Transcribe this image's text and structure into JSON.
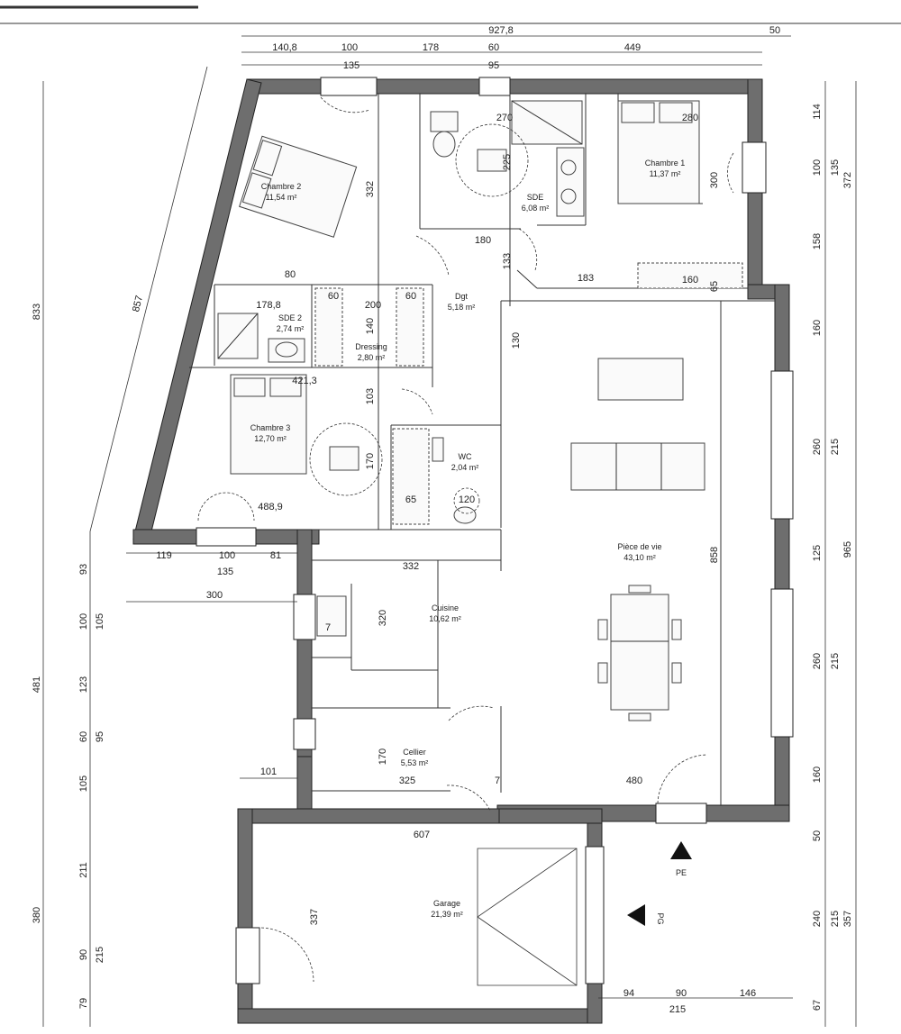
{
  "rooms": {
    "chambre2": {
      "name": "Chambre 2",
      "area": "11,54 m²"
    },
    "sde": {
      "name": "SDE",
      "area": "6,08 m²"
    },
    "chambre1": {
      "name": "Chambre 1",
      "area": "11,37 m²"
    },
    "sde2": {
      "name": "SDE 2",
      "area": "2,74 m²"
    },
    "dressing": {
      "name": "Dressing",
      "area": "2,80 m²"
    },
    "dgt": {
      "name": "Dgt",
      "area": "5,18 m²"
    },
    "chambre3": {
      "name": "Chambre 3",
      "area": "12,70 m²"
    },
    "wc": {
      "name": "WC",
      "area": "2,04 m²"
    },
    "piece": {
      "name": "Pièce de vie",
      "area": "43,10 m²"
    },
    "cuisine": {
      "name": "Cuisine",
      "area": "10,62 m²"
    },
    "cellier": {
      "name": "Cellier",
      "area": "5,53 m²"
    },
    "garage": {
      "name": "Garage",
      "area": "21,39 m²"
    }
  },
  "entrances": {
    "pe": "PE",
    "pg": "PG"
  },
  "dims": {
    "t_total": "927,8",
    "t_50": "50",
    "t_a": "140,8",
    "t_b": "100",
    "t_c": "178",
    "t_d": "60",
    "t_e": "449",
    "t_f": "135",
    "t_g": "95",
    "r_114": "114",
    "r_100": "100",
    "r_135": "135",
    "r_372": "372",
    "r_158": "158",
    "r_160a": "160",
    "r_260a": "260",
    "r_215a": "215",
    "r_125": "125",
    "r_965": "965",
    "r_260b": "260",
    "r_215b": "215",
    "r_160b": "160",
    "r_50": "50",
    "r_240": "240",
    "r_215c": "215",
    "r_357": "357",
    "r_67": "67",
    "l_833": "833",
    "l_857": "857",
    "l_481": "481",
    "l_380": "380",
    "l_93": "93",
    "l_100": "100",
    "l_105a": "105",
    "l_123": "123",
    "l_60": "60",
    "l_95": "95",
    "l_105b": "105",
    "l_211": "211",
    "l_90": "90",
    "l_215": "215",
    "l_79": "79",
    "b_119": "119",
    "b_100": "100",
    "b_81": "81",
    "b_135": "135",
    "b_300": "300",
    "b_101": "101",
    "g_94": "94",
    "g_90": "90",
    "g_146": "146",
    "g_215": "215",
    "i_270": "270",
    "i_280": "280",
    "i_300": "300",
    "i_225": "225",
    "i_332a": "332",
    "i_180": "180",
    "i_133": "133",
    "i_183": "183",
    "i_160": "160",
    "i_65": "65",
    "i_80": "80",
    "i_178_8": "178,8",
    "i_60a": "60",
    "i_60b": "60",
    "i_200": "200",
    "i_140": "140",
    "i_130": "130",
    "i_421_3": "421,3",
    "i_103": "103",
    "i_170a": "170",
    "i_65b": "65",
    "i_120": "120",
    "i_488_9": "488,9",
    "i_332b": "332",
    "i_320": "320",
    "i_858": "858",
    "i_170b": "170",
    "i_325": "325",
    "i_480": "480",
    "i_607": "607",
    "i_337": "337",
    "i_7a": "7",
    "i_7b": "7"
  }
}
